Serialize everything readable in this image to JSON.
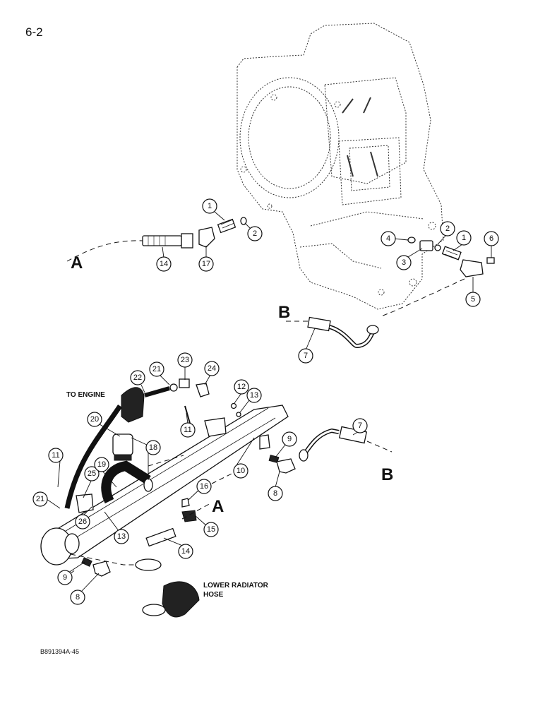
{
  "page_number": "6-2",
  "part_code": "B891394A-45",
  "labels": {
    "to_engine": "TO ENGINE",
    "lower_radiator_hose_line1": "LOWER RADIATOR",
    "lower_radiator_hose_line2": "HOSE",
    "letter_a": "A",
    "letter_b": "B"
  },
  "callouts": {
    "c1a": "1",
    "c2a": "2",
    "c14a": "14",
    "c17": "17",
    "c4": "4",
    "c3": "3",
    "c2b": "2",
    "c1b": "1",
    "c6": "6",
    "c5": "5",
    "c7a": "7",
    "c7b": "7",
    "c21a": "21",
    "c22": "22",
    "c23": "23",
    "c24": "24",
    "c12": "12",
    "c13a": "13",
    "c11a": "11",
    "c20": "20",
    "c18": "18",
    "c9a": "9",
    "c10": "10",
    "c8a": "8",
    "c11b": "11",
    "c25": "25",
    "c19": "19",
    "c16": "16",
    "c15": "15",
    "c21b": "21",
    "c26": "26",
    "c13b": "13",
    "c14b": "14",
    "c9b": "9",
    "c8b": "8"
  }
}
